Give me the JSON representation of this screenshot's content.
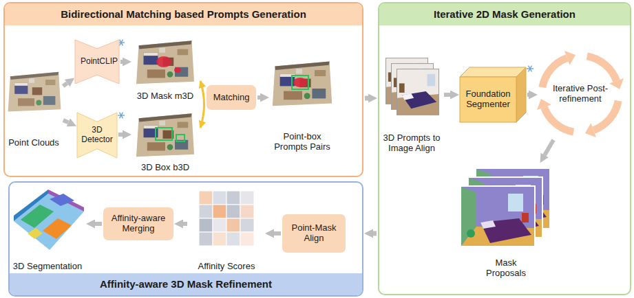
{
  "diagram": {
    "nodes": [
      {
        "text": [
          "Bidirectional Matching based Prompts Generation"
        ]
      },
      {
        "text": [
          "Point Clouds"
        ],
        "in": 0
      },
      {
        "text": [
          "PointCLIP"
        ],
        "in": 0
      },
      {
        "text": [
          "3D Detector"
        ],
        "in": 0
      },
      {
        "text": [
          "3D Mask m3D"
        ],
        "in": 0
      },
      {
        "text": [
          "3D Box b3D"
        ],
        "in": 0
      },
      {
        "text": [
          "Matching"
        ],
        "in": 0
      },
      {
        "text": [
          "Point-box Prompts Pairs"
        ],
        "in": 0
      },
      {
        "text": [
          "Iterative 2D Mask Generation"
        ]
      },
      {
        "text": [
          "3D Prompts to Image Align"
        ],
        "in": 8
      },
      {
        "text": [
          "Foundation Segmenter"
        ],
        "in": 8
      },
      {
        "text": [
          "Iterative Post-refinement"
        ],
        "in": 8
      },
      {
        "text": [
          "Mask Proposals"
        ],
        "in": 8
      },
      {
        "text": [
          "Affinity-aware 3D Mask Refinement"
        ]
      },
      {
        "text": [
          "Point-Mask Align"
        ],
        "in": 13
      },
      {
        "text": [
          "Affinity Scores"
        ],
        "in": 13
      },
      {
        "text": [
          "Affinity-aware Merging"
        ],
        "in": 13
      },
      {
        "text": [
          "3D Segmentation"
        ],
        "in": 13
      }
    ],
    "edges": [
      {
        "from": 1,
        "to": 2,
        "arrow": "to"
      },
      {
        "from": 1,
        "to": 3,
        "arrow": "to"
      },
      {
        "from": 2,
        "to": 4,
        "arrow": "to"
      },
      {
        "from": 3,
        "to": 5,
        "arrow": "to"
      },
      {
        "from": 4,
        "to": 5,
        "arrow": "both"
      },
      {
        "from": 6,
        "to": 7,
        "arrow": "to"
      },
      {
        "from": 0,
        "to": 8,
        "arrow": "to"
      },
      {
        "from": 9,
        "to": 10,
        "arrow": "to"
      },
      {
        "from": 10,
        "to": 11,
        "arrow": "to"
      },
      {
        "from": 11,
        "to": 12,
        "arrow": "to"
      },
      {
        "from": 8,
        "to": 13,
        "arrow": "to"
      },
      {
        "from": 14,
        "to": 15,
        "arrow": "to"
      },
      {
        "from": 15,
        "to": 16,
        "arrow": "to"
      },
      {
        "from": 16,
        "to": 17,
        "arrow": "to"
      }
    ]
  }
}
